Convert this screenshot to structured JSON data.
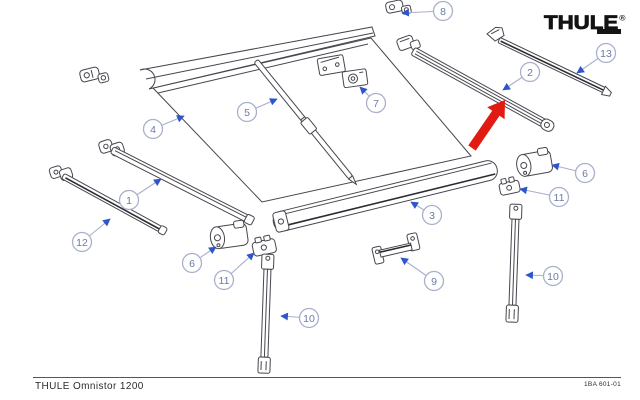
{
  "logo": {
    "brand": "THULE",
    "registered": "®"
  },
  "footer": {
    "model": "THULE Omnistor 1200",
    "doc_number": "1BA 601-01"
  },
  "colors": {
    "callout_stroke": "#a8b0cc",
    "callout_text": "#6b7aa8",
    "pointer_blue": "#2f55cb",
    "highlight_arrow_red": "#e11b12",
    "line_art": "#46464e"
  },
  "callouts": {
    "c1": {
      "label": "1"
    },
    "c2": {
      "label": "2"
    },
    "c3": {
      "label": "3"
    },
    "c4": {
      "label": "4"
    },
    "c5": {
      "label": "5"
    },
    "c6_left": {
      "label": "6"
    },
    "c6_right": {
      "label": "6"
    },
    "c7": {
      "label": "7"
    },
    "c8": {
      "label": "8"
    },
    "c9": {
      "label": "9"
    },
    "c10_left": {
      "label": "10"
    },
    "c10_right": {
      "label": "10"
    },
    "c11_left": {
      "label": "11"
    },
    "c11_right": {
      "label": "11"
    },
    "c12": {
      "label": "12"
    },
    "c13": {
      "label": "13"
    }
  }
}
